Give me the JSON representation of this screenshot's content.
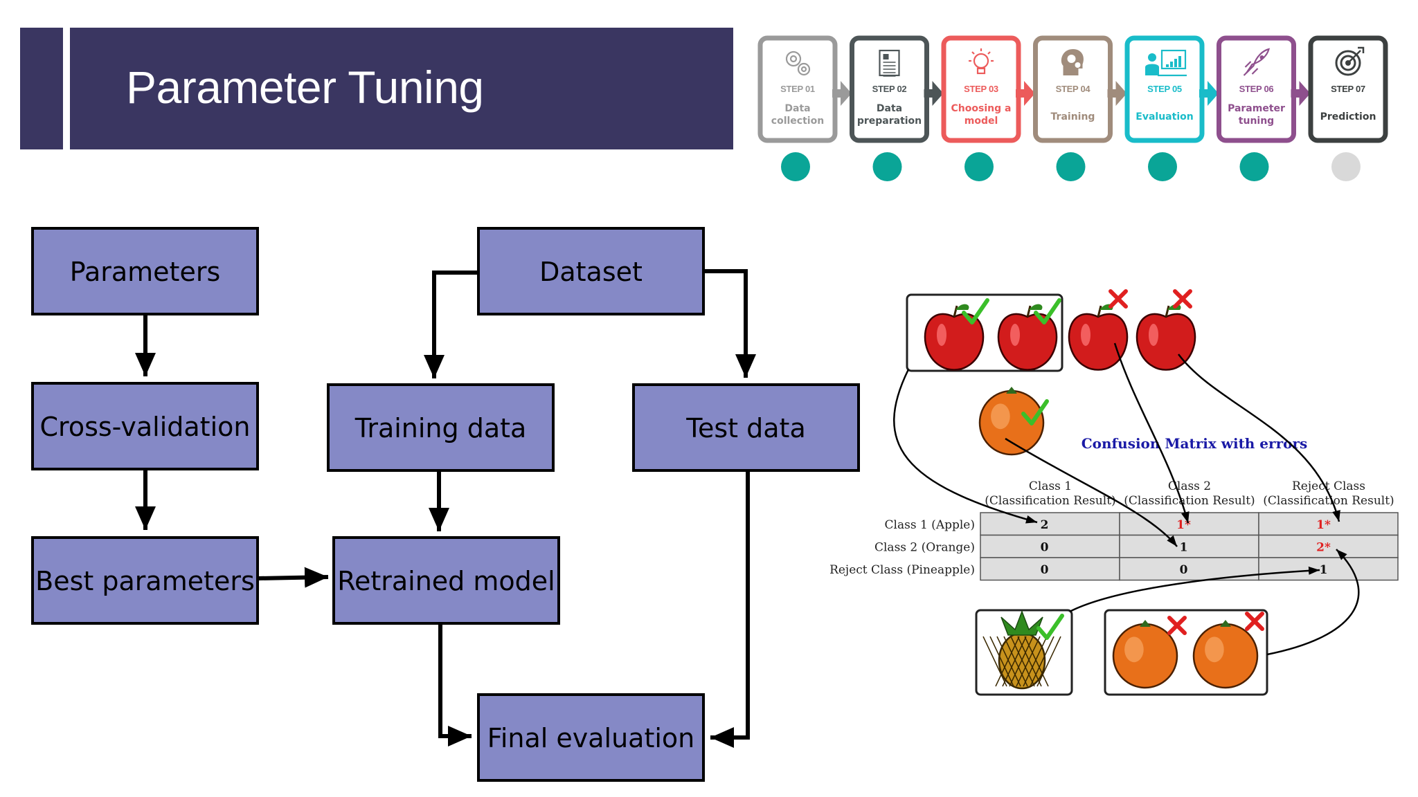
{
  "title": "Parameter Tuning",
  "pipeline": {
    "steps": [
      {
        "step": "STEP 01",
        "label": [
          "Data",
          "collection"
        ],
        "color": "#9a9a9a",
        "icon": "gears-icon",
        "done": true
      },
      {
        "step": "STEP 02",
        "label": [
          "Data",
          "preparation"
        ],
        "color": "#4d5557",
        "icon": "document-icon",
        "done": true
      },
      {
        "step": "STEP 03",
        "label": [
          "Choosing a",
          "model"
        ],
        "color": "#ec5b5b",
        "icon": "lightbulb-icon",
        "done": true
      },
      {
        "step": "STEP 04",
        "label": [
          "Training"
        ],
        "color": "#a08c7c",
        "icon": "head-gears-icon",
        "done": true
      },
      {
        "step": "STEP 05",
        "label": [
          "Evaluation"
        ],
        "color": "#19bcc9",
        "icon": "presenter-chart-icon",
        "done": true
      },
      {
        "step": "STEP 06",
        "label": [
          "Parameter",
          "tuning"
        ],
        "color": "#8e4f8d",
        "icon": "rocket-icon",
        "done": true
      },
      {
        "step": "STEP 07",
        "label": [
          "Prediction"
        ],
        "color": "#3c4040",
        "icon": "target-icon",
        "done": false
      }
    ],
    "dot_done_color": "#0aa597",
    "dot_todo_color": "#d9d9d9"
  },
  "flowchart": {
    "box_fill": "#8589c6",
    "nodes": [
      {
        "id": "parameters",
        "label": "Parameters"
      },
      {
        "id": "dataset",
        "label": "Dataset"
      },
      {
        "id": "cross-validation",
        "label": "Cross-validation"
      },
      {
        "id": "training-data",
        "label": "Training data"
      },
      {
        "id": "test-data",
        "label": "Test data"
      },
      {
        "id": "best-parameters",
        "label": "Best parameters"
      },
      {
        "id": "retrained-model",
        "label": "Retrained model"
      },
      {
        "id": "final-evaluation",
        "label": "Final evaluation"
      }
    ]
  },
  "confusion": {
    "title": "Confusion Matrix with errors",
    "title_color": "#1a1aa6",
    "col_headers": [
      [
        "Class 1",
        "(Classification Result)"
      ],
      [
        "Class 2",
        "(Classification Result)"
      ],
      [
        "Reject Class",
        "(Classification Result)"
      ]
    ],
    "row_headers": [
      "Class 1 (Apple)",
      "Class 2 (Orange)",
      "Reject Class (Pineapple)"
    ],
    "cells": [
      [
        "2",
        "1*",
        "1*"
      ],
      [
        "0",
        "1",
        "2*"
      ],
      [
        "0",
        "0",
        "1"
      ]
    ],
    "error_color": "#e02020"
  }
}
